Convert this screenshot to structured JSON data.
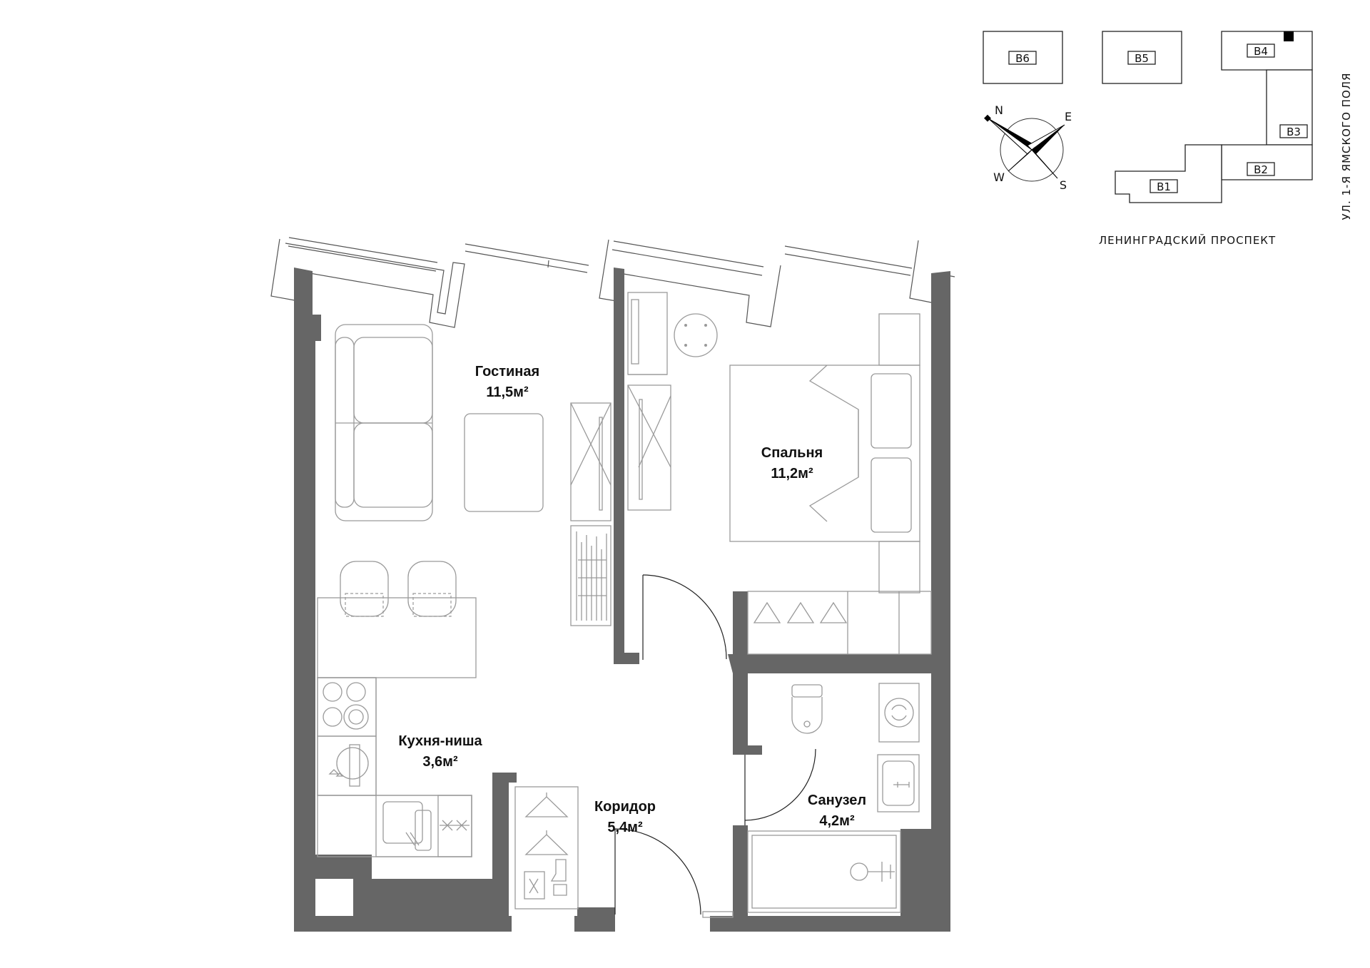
{
  "rooms": [
    {
      "name": "Гостиная",
      "area": "11,5м²"
    },
    {
      "name": "Спальня",
      "area": "11,2м²"
    },
    {
      "name": "Кухня-ниша",
      "area": "3,6м²"
    },
    {
      "name": "Коридор",
      "area": "5,4м²"
    },
    {
      "name": "Санузел",
      "area": "4,2м²"
    }
  ],
  "site_plan": {
    "buildings": [
      "В6",
      "В5",
      "В4",
      "В3",
      "В2",
      "В1"
    ],
    "street_bottom": "ЛЕНИНГРАДСКИЙ ПРОСПЕКТ",
    "street_right": "УЛ. 1-Я ЯМСКОГО ПОЛЯ",
    "compass": {
      "n": "N",
      "e": "E",
      "s": "S",
      "w": "W"
    }
  },
  "colors": {
    "wall": "#666666",
    "furniture": "#9a9a9a",
    "selected_section": "#000000"
  }
}
